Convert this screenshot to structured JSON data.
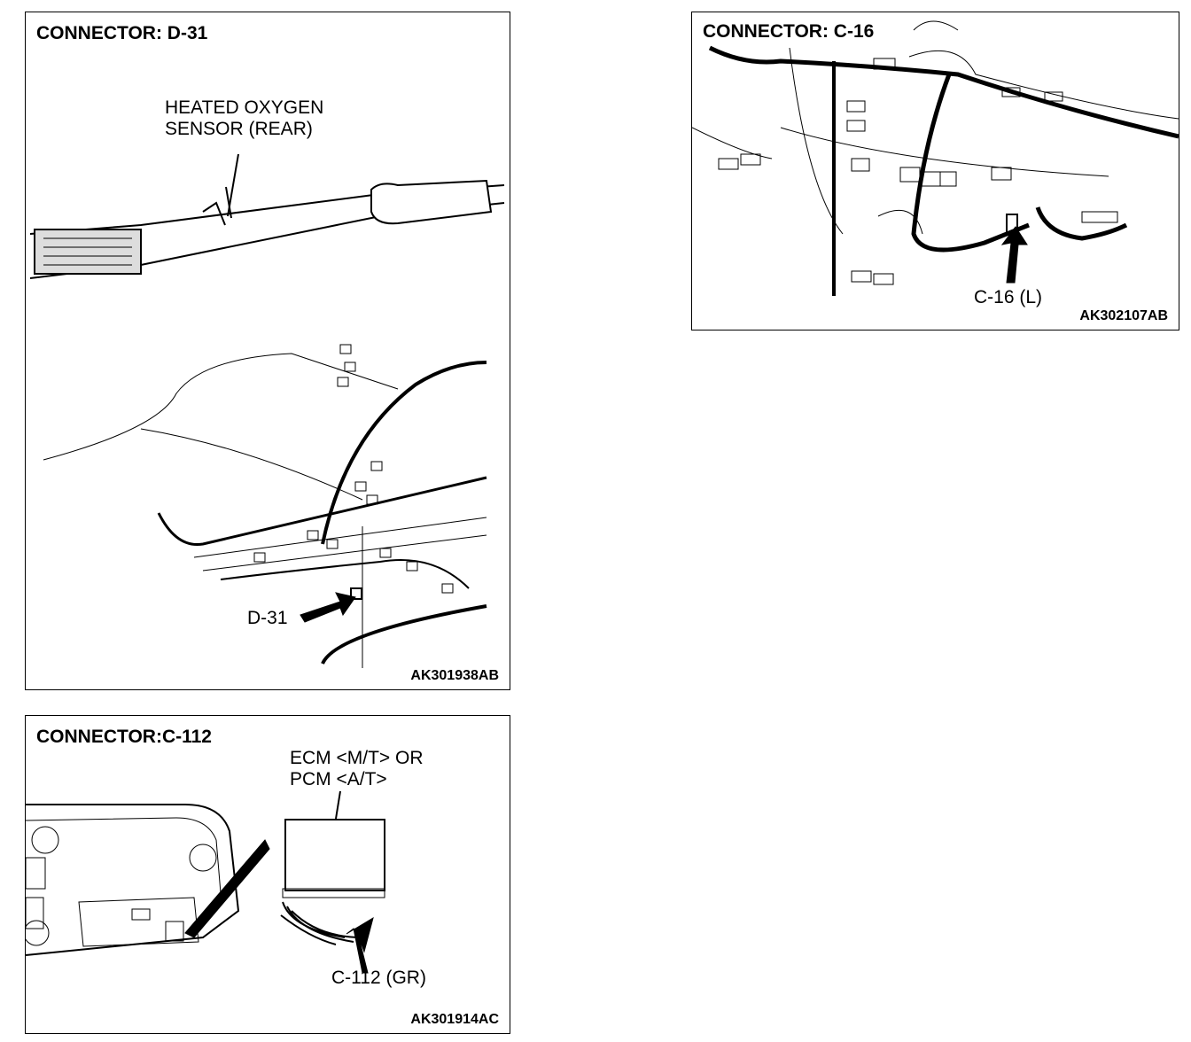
{
  "panels": [
    {
      "title": "CONNECTOR: D-31",
      "labels": [
        "HEATED OXYGEN",
        "SENSOR (REAR)",
        "D-31"
      ],
      "code": "AK301938AB"
    },
    {
      "title": "CONNECTOR:C-112",
      "labels": [
        "ECM <M/T> OR",
        "PCM <A/T>",
        "C-112 (GR)"
      ],
      "code": "AK301914AC"
    },
    {
      "title": "CONNECTOR: C-16",
      "labels": [
        "C-16 (L)"
      ],
      "code": "AK302107AB"
    }
  ]
}
